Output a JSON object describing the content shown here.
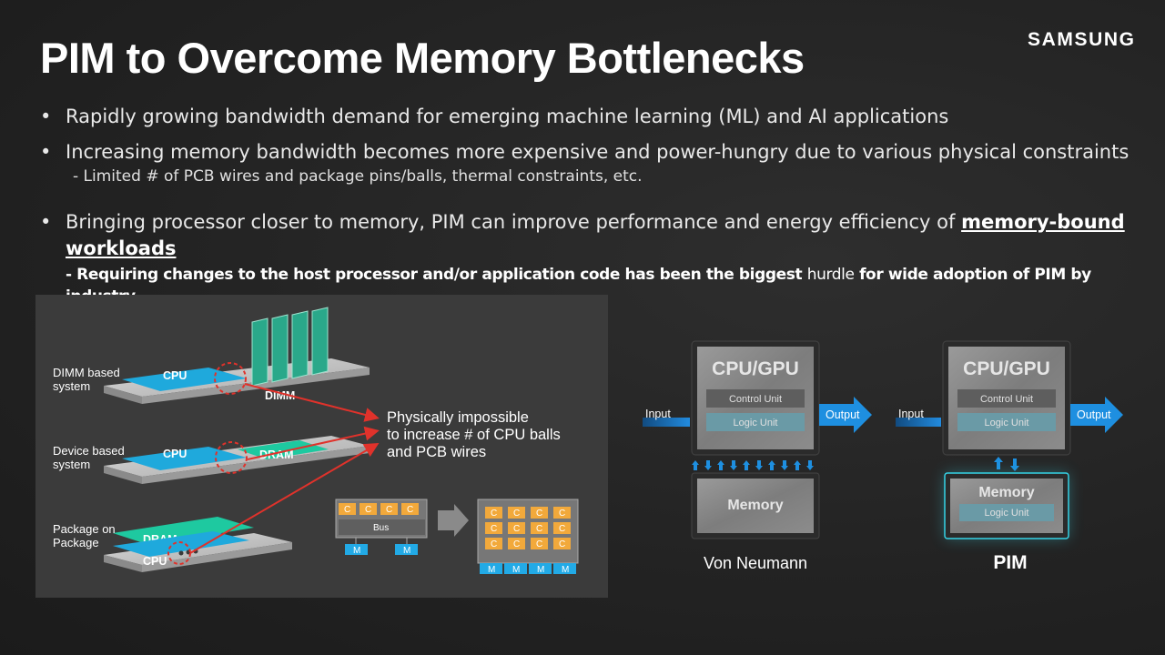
{
  "title": "PIM to Overcome Memory Bottlenecks",
  "brand": "SAMSUNG",
  "bullets": [
    "Rapidly growing bandwidth demand  for emerging machine learning (ML) and AI applications",
    "Increasing memory bandwidth becomes more expensive and power-hungry due to various physical constraints",
    "Bringing processor closer to memory, PIM can improve performance and energy efficiency of "
  ],
  "bullet2_sub": "- Limited # of PCB wires and package pins/balls, thermal constraints, etc.",
  "bullet3_highlight": "memory-bound workloads",
  "bullet3_sub": {
    "part1": "- Requiring changes to the host processor and/or application code has been the biggest ",
    "part2": "hurdle",
    "part3": " for wide adoption of PIM by industry"
  },
  "left_figure": {
    "labels": {
      "dimm_system": [
        "DIMM based",
        "system"
      ],
      "device_system": [
        "Device based",
        "system"
      ],
      "pop": [
        "Package on",
        "Package"
      ]
    },
    "chips": {
      "cpu": "CPU",
      "dimm": "DIMM",
      "dram": "DRAM"
    },
    "callout": [
      "Physically impossible",
      "to increase # of CPU balls",
      "and PCB wires"
    ],
    "mini": {
      "core": "C",
      "bus": "Bus",
      "mem": "M"
    },
    "colors": {
      "cpu": "#1fa9dc",
      "dram": "#1ec9a0",
      "dimm": "#2aa88a",
      "red": "#e0322b",
      "core": "#f2a93b",
      "mem": "#22aae6"
    }
  },
  "right_figure": {
    "cpu_gpu": "CPU/GPU",
    "control_unit": "Control Unit",
    "logic_unit": "Logic Unit",
    "memory": "Memory",
    "input": "Input",
    "output": "Output",
    "von_neumann": "Von Neumann",
    "pim": "PIM",
    "colors": {
      "arrow": "#1e8fe0",
      "glow": "#35d3e6"
    }
  }
}
